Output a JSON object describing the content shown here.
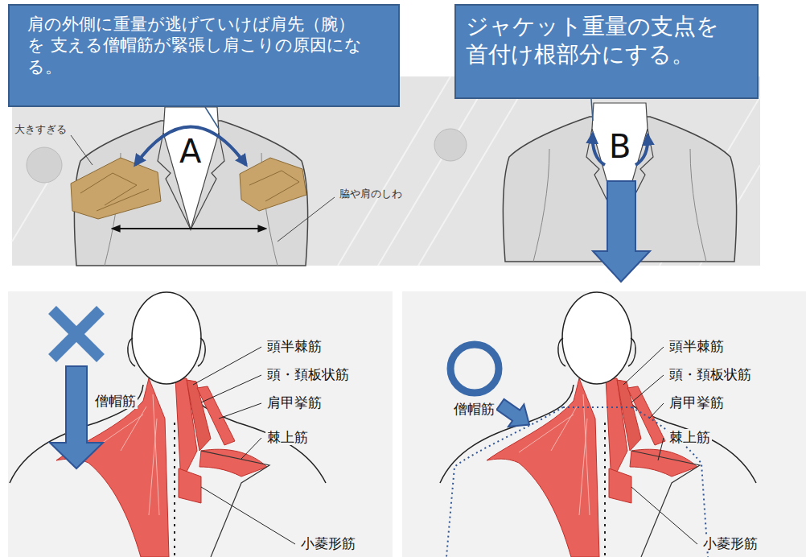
{
  "diagram": {
    "nodes": [
      {
        "text": [
          "肩の外側に重量が逃げていけば肩先（腕）を 支える僧帽筋が緊張し肩こりの原因になる。"
        ]
      },
      {
        "text": [
          "ジャケット重量の支点を 首付け根部分にする。"
        ]
      }
    ],
    "labels": [
      "大きすぎる",
      "A",
      "脇や肩のしわ",
      "B",
      "僧帽筋",
      "頭半棘筋",
      "頭・頚板状筋",
      "肩甲挙筋",
      "棘上筋",
      "小菱形筋",
      "僧帽筋",
      "頭半棘筋",
      "頭・頚板状筋",
      "肩甲挙筋",
      "棘上筋",
      "小菱形筋"
    ]
  }
}
